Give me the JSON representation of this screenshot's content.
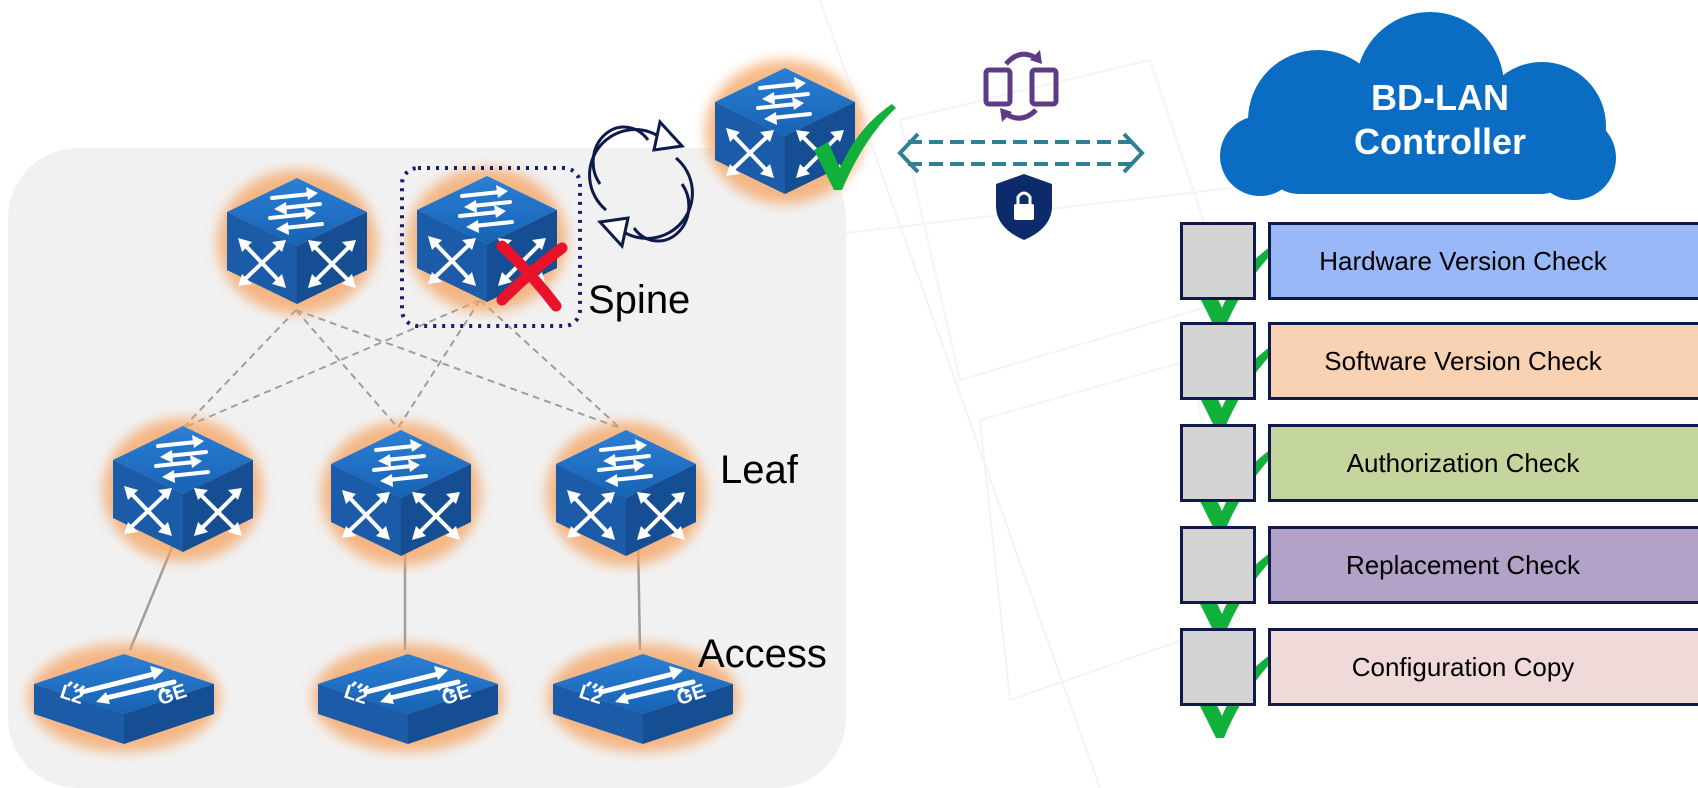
{
  "tiers": {
    "spine": "Spine",
    "leaf": "Leaf",
    "access": "Access"
  },
  "controller": {
    "line1": "BD-LAN",
    "line2": "Controller",
    "color": "#0a6cc2"
  },
  "access_switch_labels": {
    "left": "L2",
    "right": "GE"
  },
  "checks": [
    {
      "label": "Hardware Version Check",
      "color": "#98b8f8"
    },
    {
      "label": "Software Version Check",
      "color": "#f9d1b3"
    },
    {
      "label": "Authorization Check",
      "color": "#c4d69d"
    },
    {
      "label": "Replacement Check",
      "color": "#b2a2c8"
    },
    {
      "label": "Configuration Copy",
      "color": "#efd9d9"
    }
  ],
  "colors": {
    "switch_blue": "#1a5fae",
    "glow_orange": "#f5a361",
    "check_green": "#10b03a",
    "fail_red": "#e8132a",
    "border_navy": "#0d1a4a",
    "panel_gray": "#f1f1f1"
  },
  "icons": [
    "sync-icon",
    "device-swap-icon",
    "lock-shield-icon",
    "check-icon",
    "cross-icon",
    "switch-icon",
    "cloud-icon"
  ]
}
